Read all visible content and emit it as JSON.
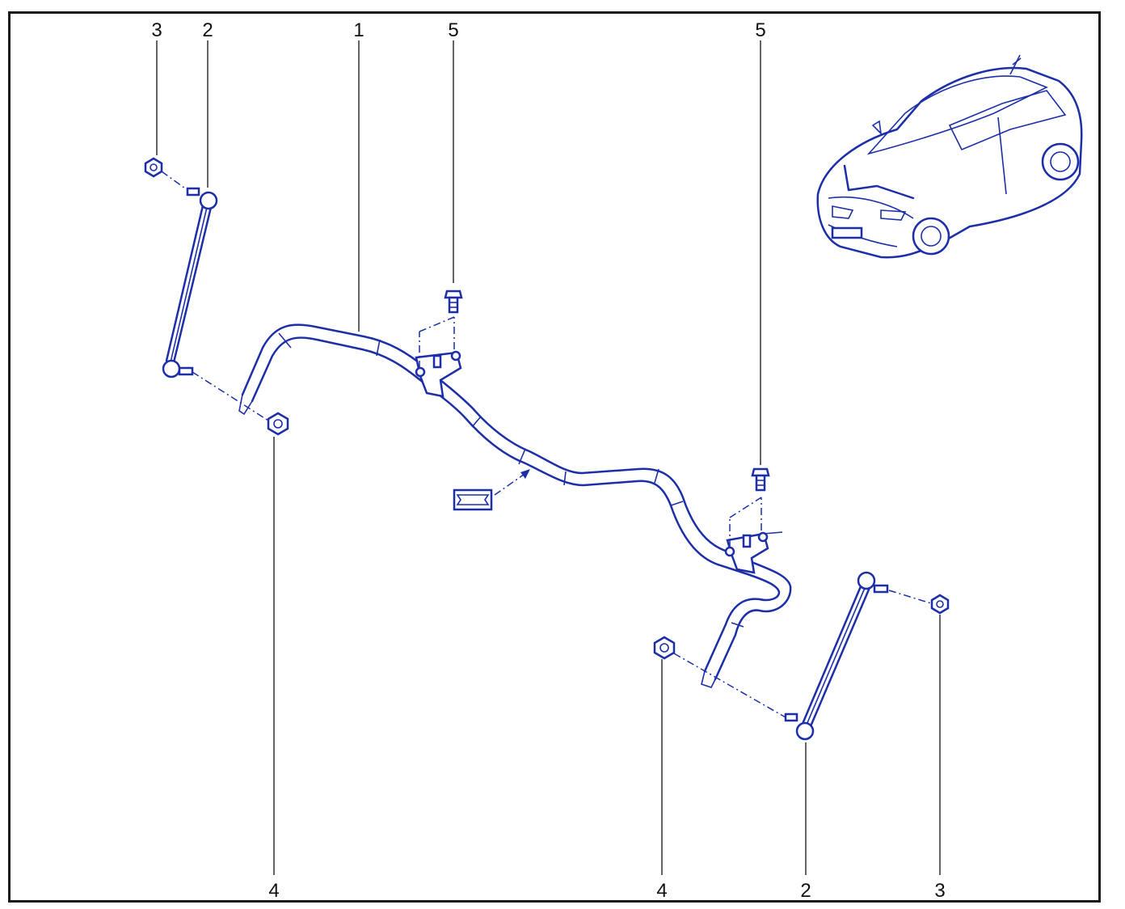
{
  "diagram": {
    "callouts": {
      "c1": "1",
      "c2_top": "2",
      "c2_bottom": "2",
      "c3_top": "3",
      "c3_bottom": "3",
      "c4_left": "4",
      "c4_right": "4",
      "c5_left": "5",
      "c5_right": "5"
    },
    "colors": {
      "part_line": "#1c2fa8",
      "leader_line": "#111111",
      "frame": "#1a1a1a"
    },
    "icons": {
      "vehicle": "hatchback-car-icon",
      "ref_symbol": "ref-plate-icon"
    }
  }
}
